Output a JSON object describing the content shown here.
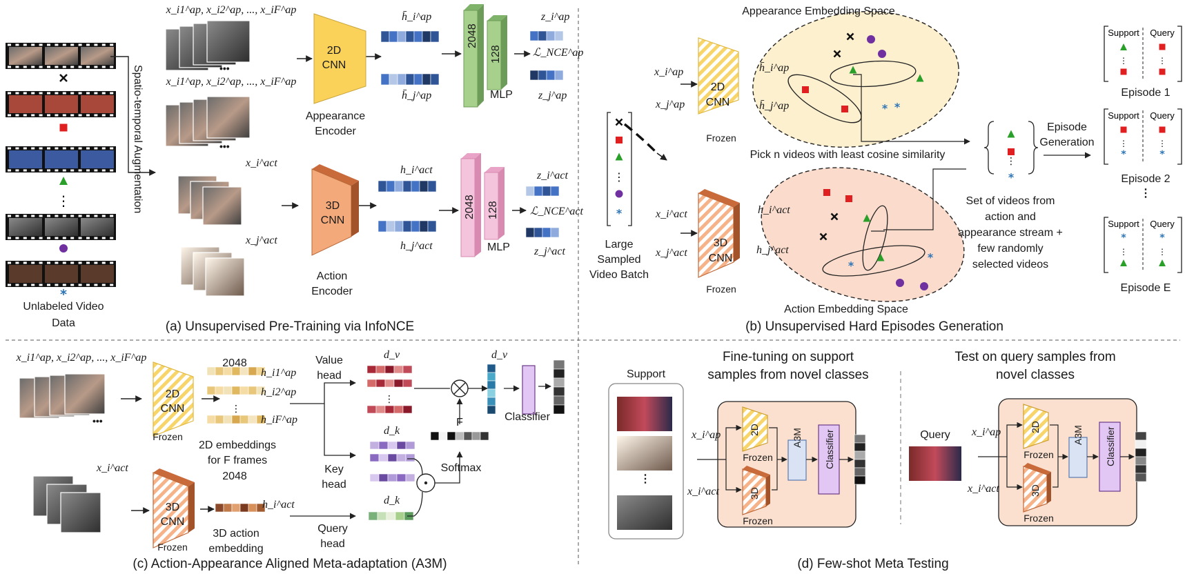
{
  "captions": {
    "a": "(a) Unsupervised Pre-Training via InfoNCE",
    "b": "(b) Unsupervised Hard Episodes Generation",
    "c": "(c) Action-Appearance Aligned Meta-adaptation (A3M)",
    "d": "(d) Few-shot Meta Testing"
  },
  "panel_a": {
    "unlabeled_1": "Unlabeled Video",
    "unlabeled_2": "Data",
    "aug_label": "Spatio-temporal Augmentation",
    "cnn2d": [
      "2D",
      "CNN"
    ],
    "cnn3d": [
      "3D",
      "CNN"
    ],
    "app_encoder": [
      "Appearance",
      "Encoder"
    ],
    "act_encoder": [
      "Action",
      "Encoder"
    ],
    "dim_2048": "2048",
    "dim_128": "128",
    "mlp": "MLP",
    "x_ap_seq": "x_i1^ap, x_i2^ap, ..., x_iF^ap",
    "x_i_act": "x_i^act",
    "x_j_act": "x_j^act",
    "hbar_i_ap": "h̄_i^ap",
    "hbar_j_ap": "h̄_j^ap",
    "h_i_act": "h_i^act",
    "h_j_act": "h_j^act",
    "z_i_ap": "z_i^ap",
    "z_j_ap": "z_j^ap",
    "z_i_act": "z_i^act",
    "z_j_act": "z_j^act",
    "L_ap": "ℒ_NCE^ap",
    "L_act": "ℒ_NCE^act",
    "dots": "•••"
  },
  "panel_b": {
    "app_space": "Appearance Embedding Space",
    "act_space": "Action Embedding Space",
    "frozen": "Frozen",
    "pick": "Pick n videos with least cosine similarity",
    "set_text": [
      "Set of videos from",
      "action and",
      "appearance stream +",
      "few randomly",
      "selected videos"
    ],
    "episode_gen": [
      "Episode",
      "Generation"
    ],
    "batch": [
      "Large",
      "Sampled",
      "Video Batch"
    ],
    "support": "Support",
    "query": "Query",
    "episodes": [
      "Episode 1",
      "Episode 2",
      "Episode E"
    ],
    "x_i_ap": "x_i^ap",
    "x_j_ap": "x_j^ap",
    "x_i_act": "x_i^act",
    "x_j_act": "x_j^act",
    "hbar_i_ap": "h̄_i^ap",
    "hbar_j_ap": "h̄_j^ap",
    "h_i_act": "h_i^act",
    "h_j_act": "h_j^act"
  },
  "panel_c": {
    "dim_2048": "2048",
    "h_ap": [
      "h_i1^ap",
      "h_i2^ap",
      "h_iF^ap"
    ],
    "h_act": "h_i^act",
    "x_i_act": "x_i^act",
    "embed_2d": [
      "2D embeddings",
      "for F frames"
    ],
    "embed_3d": [
      "3D action",
      "embedding"
    ],
    "frozen": "Frozen",
    "value_head": [
      "Value",
      "head"
    ],
    "key_head": [
      "Key",
      "head"
    ],
    "query_head": [
      "Query",
      "head"
    ],
    "d_v": "d_v",
    "d_k": "d_k",
    "softmax": "Softmax",
    "F": "F",
    "classifier": "Classifier"
  },
  "panel_d": {
    "support": "Support",
    "query": "Query",
    "finetune": [
      "Fine-tuning on support",
      "samples from novel classes"
    ],
    "test": [
      "Test on query samples from",
      "novel classes"
    ],
    "frozen": "Frozen",
    "a3m": "A3M",
    "classifier": "Classifier",
    "x_i_ap": "x_i^ap",
    "x_i_act": "x_i^act",
    "label_2d": "2D",
    "label_3d": "3D"
  },
  "colors": {
    "yellow_cnn": "#fad25a",
    "orange_cnn": "#f4a97a",
    "green_mlp": "#a8d08d",
    "pink_mlp": "#f4c3dc",
    "blue_vec": "#2f5597",
    "app_space": "#fdf0cf",
    "act_space": "#fbdccc",
    "meta_box": "#fbe0cf",
    "a3m": "#dae3f3",
    "classifier": "#e2c6f4",
    "red_square": "#e02020",
    "green_triangle": "#2aa02a",
    "purple_circle": "#7030a0",
    "blue_star": "#2e75b6"
  }
}
